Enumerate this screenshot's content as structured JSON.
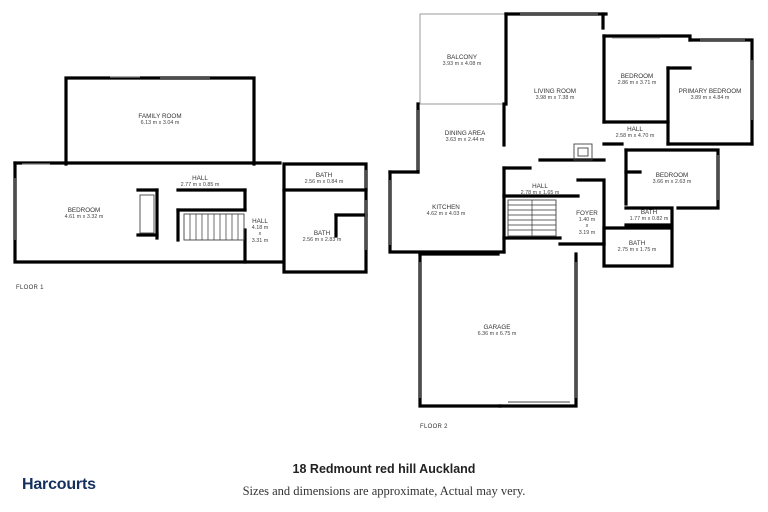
{
  "floors": {
    "floor1_label": "FLOOR 1",
    "floor2_label": "FLOOR 2"
  },
  "rooms": {
    "family_room": {
      "name": "FAMILY ROOM",
      "dim": "6.13 m x 3.04 m"
    },
    "hall_f1_top": {
      "name": "HALL",
      "dim": "2.77 m x 0.85 m"
    },
    "bedroom_f1": {
      "name": "BEDROOM",
      "dim": "4.61 m x 3.32 m"
    },
    "hall_f1_side": {
      "name": "HALL",
      "dim1": "4.18 m",
      "x": "x",
      "dim2": "3.31 m"
    },
    "bath_small_f1": {
      "name": "BATH",
      "dim": "2.56 m x 0.84 m"
    },
    "bath_f1": {
      "name": "BATH",
      "dim": "2.56 m x 2.83 m"
    },
    "balcony": {
      "name": "BALCONY",
      "dim": "3.93 m x 4.08 m"
    },
    "living_room": {
      "name": "LIVING ROOM",
      "dim": "3.98 m x 7.38 m"
    },
    "dining_area": {
      "name": "DINING AREA",
      "dim": "3.63 m x 2.44 m"
    },
    "kitchen": {
      "name": "KITCHEN",
      "dim": "4.62 m x 4.03 m"
    },
    "hall_f2": {
      "name": "HALL",
      "dim": "2.78 m x 1.65 m"
    },
    "foyer": {
      "name": "FOYER",
      "dim1": "1.40 m",
      "x": "x",
      "dim2": "3.19 m"
    },
    "bedroom_f2_a": {
      "name": "BEDROOM",
      "dim": "2.86 m x 3.71 m"
    },
    "primary_bedroom": {
      "name": "PRIMARY BEDROOM",
      "dim": "3.89 m x 4.84 m"
    },
    "hall_f2_right": {
      "name": "HALL",
      "dim": "2.58 m x 4.70 m"
    },
    "bedroom_f2_b": {
      "name": "BEDROOM",
      "dim": "3.66 m x 2.63 m"
    },
    "bath_f2_small": {
      "name": "BATH",
      "dim": "1.77 m x 0.82 m"
    },
    "bath_f2": {
      "name": "BATH",
      "dim": "2.75 m x 1.75 m"
    },
    "garage": {
      "name": "GARAGE",
      "dim": "6.36 m x 6.75 m"
    }
  },
  "footer": {
    "address": "18 Redmount red hill Auckland",
    "disclaimer": "Sizes and dimensions are approximate, Actual may very.",
    "brand": "Harcourts",
    "brand_color": "#14305e"
  }
}
